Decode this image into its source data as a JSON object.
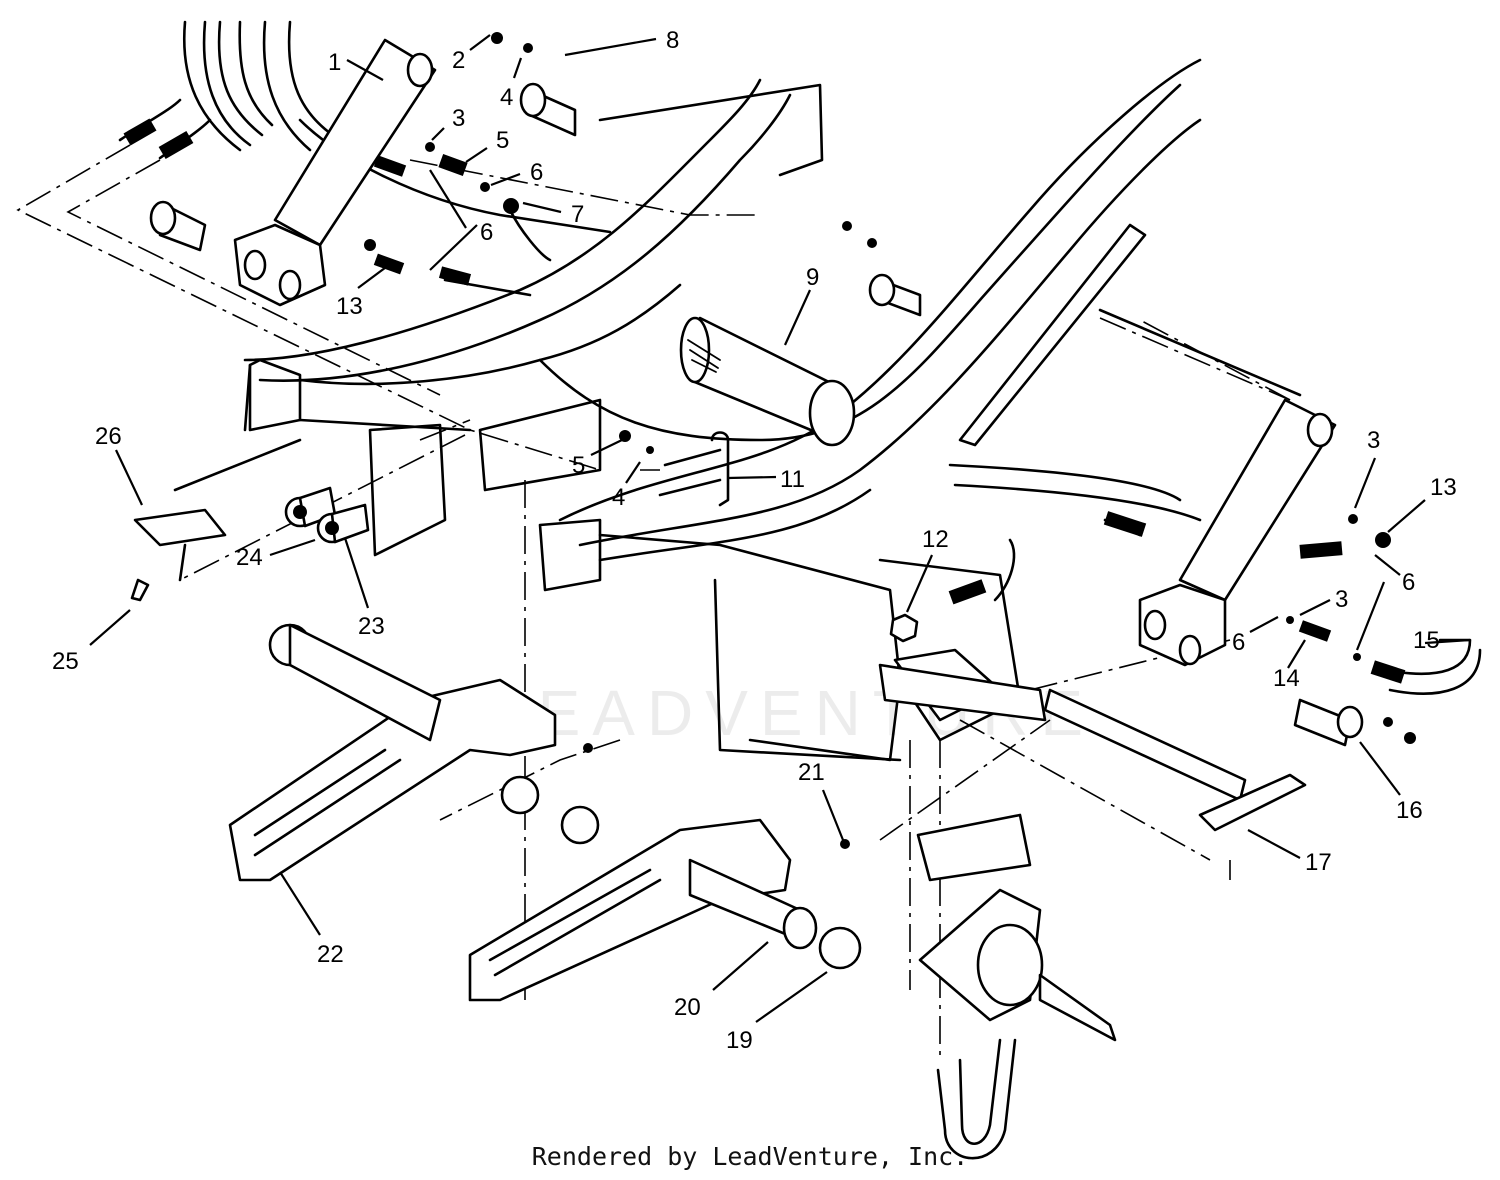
{
  "diagram": {
    "callouts": [
      {
        "id": "c1",
        "text": "1"
      },
      {
        "id": "c2",
        "text": "2"
      },
      {
        "id": "c3a",
        "text": "3"
      },
      {
        "id": "c4a",
        "text": "4"
      },
      {
        "id": "c5a",
        "text": "5"
      },
      {
        "id": "c6a",
        "text": "6"
      },
      {
        "id": "c6b",
        "text": "6"
      },
      {
        "id": "c7",
        "text": "7"
      },
      {
        "id": "c8",
        "text": "8"
      },
      {
        "id": "c9",
        "text": "9"
      },
      {
        "id": "c13a",
        "text": "13"
      },
      {
        "id": "c26",
        "text": "26"
      },
      {
        "id": "c5b",
        "text": "5"
      },
      {
        "id": "c4b",
        "text": "4"
      },
      {
        "id": "c11",
        "text": "11"
      },
      {
        "id": "c12",
        "text": "12"
      },
      {
        "id": "c3b",
        "text": "3"
      },
      {
        "id": "c13b",
        "text": "13"
      },
      {
        "id": "c6c",
        "text": "6"
      },
      {
        "id": "c3c",
        "text": "3"
      },
      {
        "id": "c6d",
        "text": "6"
      },
      {
        "id": "c15",
        "text": "15"
      },
      {
        "id": "c14",
        "text": "14"
      },
      {
        "id": "c16",
        "text": "16"
      },
      {
        "id": "c17",
        "text": "17"
      },
      {
        "id": "c24",
        "text": "24"
      },
      {
        "id": "c23",
        "text": "23"
      },
      {
        "id": "c25",
        "text": "25"
      },
      {
        "id": "c21",
        "text": "21"
      },
      {
        "id": "c22",
        "text": "22"
      },
      {
        "id": "c20",
        "text": "20"
      },
      {
        "id": "c19",
        "text": "19"
      }
    ],
    "watermark": "LEADVENTURE",
    "footer": "Rendered by LeadVenture, Inc."
  }
}
